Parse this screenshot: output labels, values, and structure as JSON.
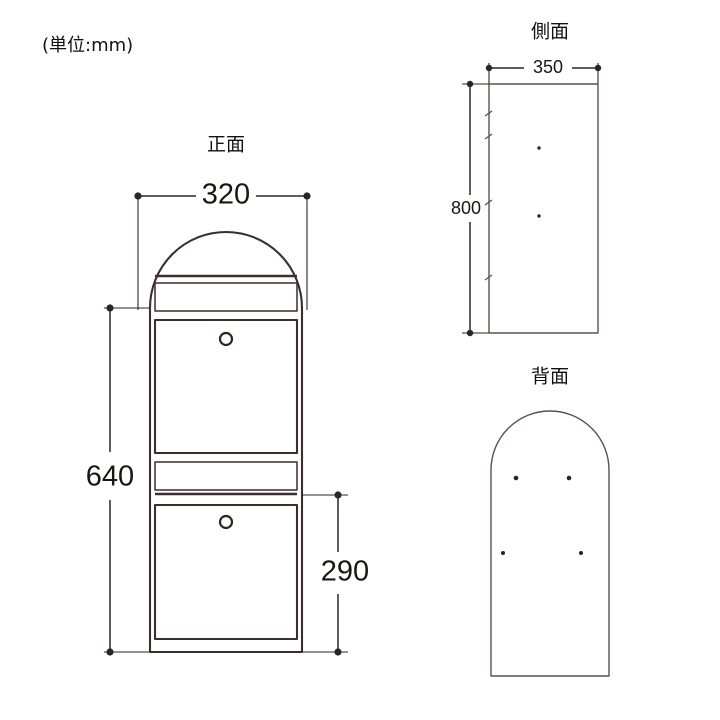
{
  "page": {
    "unit_note": "(単位:mm)",
    "background_color": "#ffffff",
    "line_color": "#3a2f2c",
    "text_color": "#1c1613"
  },
  "views": {
    "front": {
      "title": "正面",
      "dimensions": {
        "width": "320",
        "total_height": "640",
        "lower_height": "290"
      },
      "features": {
        "upper_slot_label": "upper-mail-slot",
        "upper_door_label": "upper-door-panel",
        "upper_knob_label": "upper-door-knob",
        "lower_slot_label": "lower-mail-slot",
        "lower_door_label": "lower-door-panel",
        "lower_knob_label": "lower-door-knob"
      }
    },
    "side": {
      "title": "側面",
      "dimensions": {
        "width": "350",
        "height": "800"
      }
    },
    "back": {
      "title": "背面",
      "dimensions": {},
      "mounting_holes": 4
    }
  }
}
